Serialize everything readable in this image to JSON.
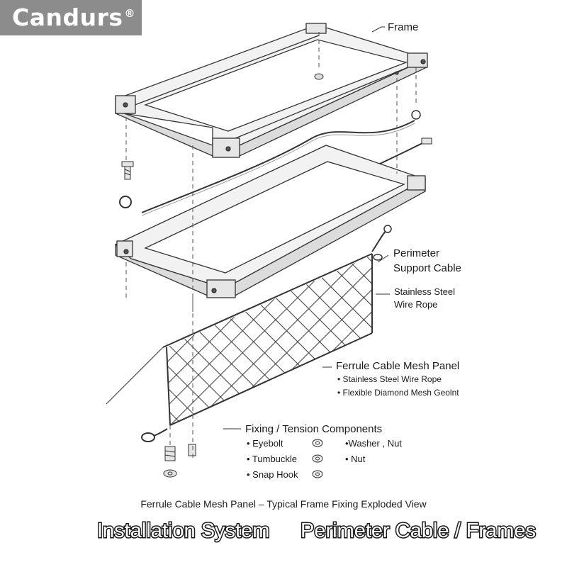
{
  "brand": {
    "name": "Candurs",
    "mark": "®"
  },
  "labels": {
    "frame": "Frame",
    "perimeter_support_cable_line1": "Perimeter",
    "perimeter_support_cable_line2": "Support Cable",
    "wire_rope_line1": "Stainless Steel",
    "wire_rope_line2": "Wire Rope",
    "mesh_panel": "Ferrule Cable Mesh Panel",
    "mesh_panel_items": [
      "• Stainless Steel Wire Rope",
      "• Flexible Diamond Mesh Geolnt"
    ],
    "fixing_title": "Fixing / Tension Components",
    "fixing_left": [
      "• Eyebolt",
      "• Tumbuckle",
      "• Snap Hook"
    ],
    "fixing_right": [
      "•Washer , Nut",
      "• Nut"
    ]
  },
  "caption": "Ferrule Cable Mesh Panel – Typical Frame Fixing Exploded View",
  "banner": {
    "left": "Installation System",
    "right": "Perimeter Cable / Frames"
  },
  "colors": {
    "logo_bg": "#8c8c8c",
    "line": "#333333",
    "frame_fill": "#f2f2f2"
  },
  "icons": [
    "eyebolt-icon",
    "bolt-icon",
    "washer-icon",
    "nut-icon",
    "snap-hook-icon",
    "turnbuckle-icon"
  ]
}
